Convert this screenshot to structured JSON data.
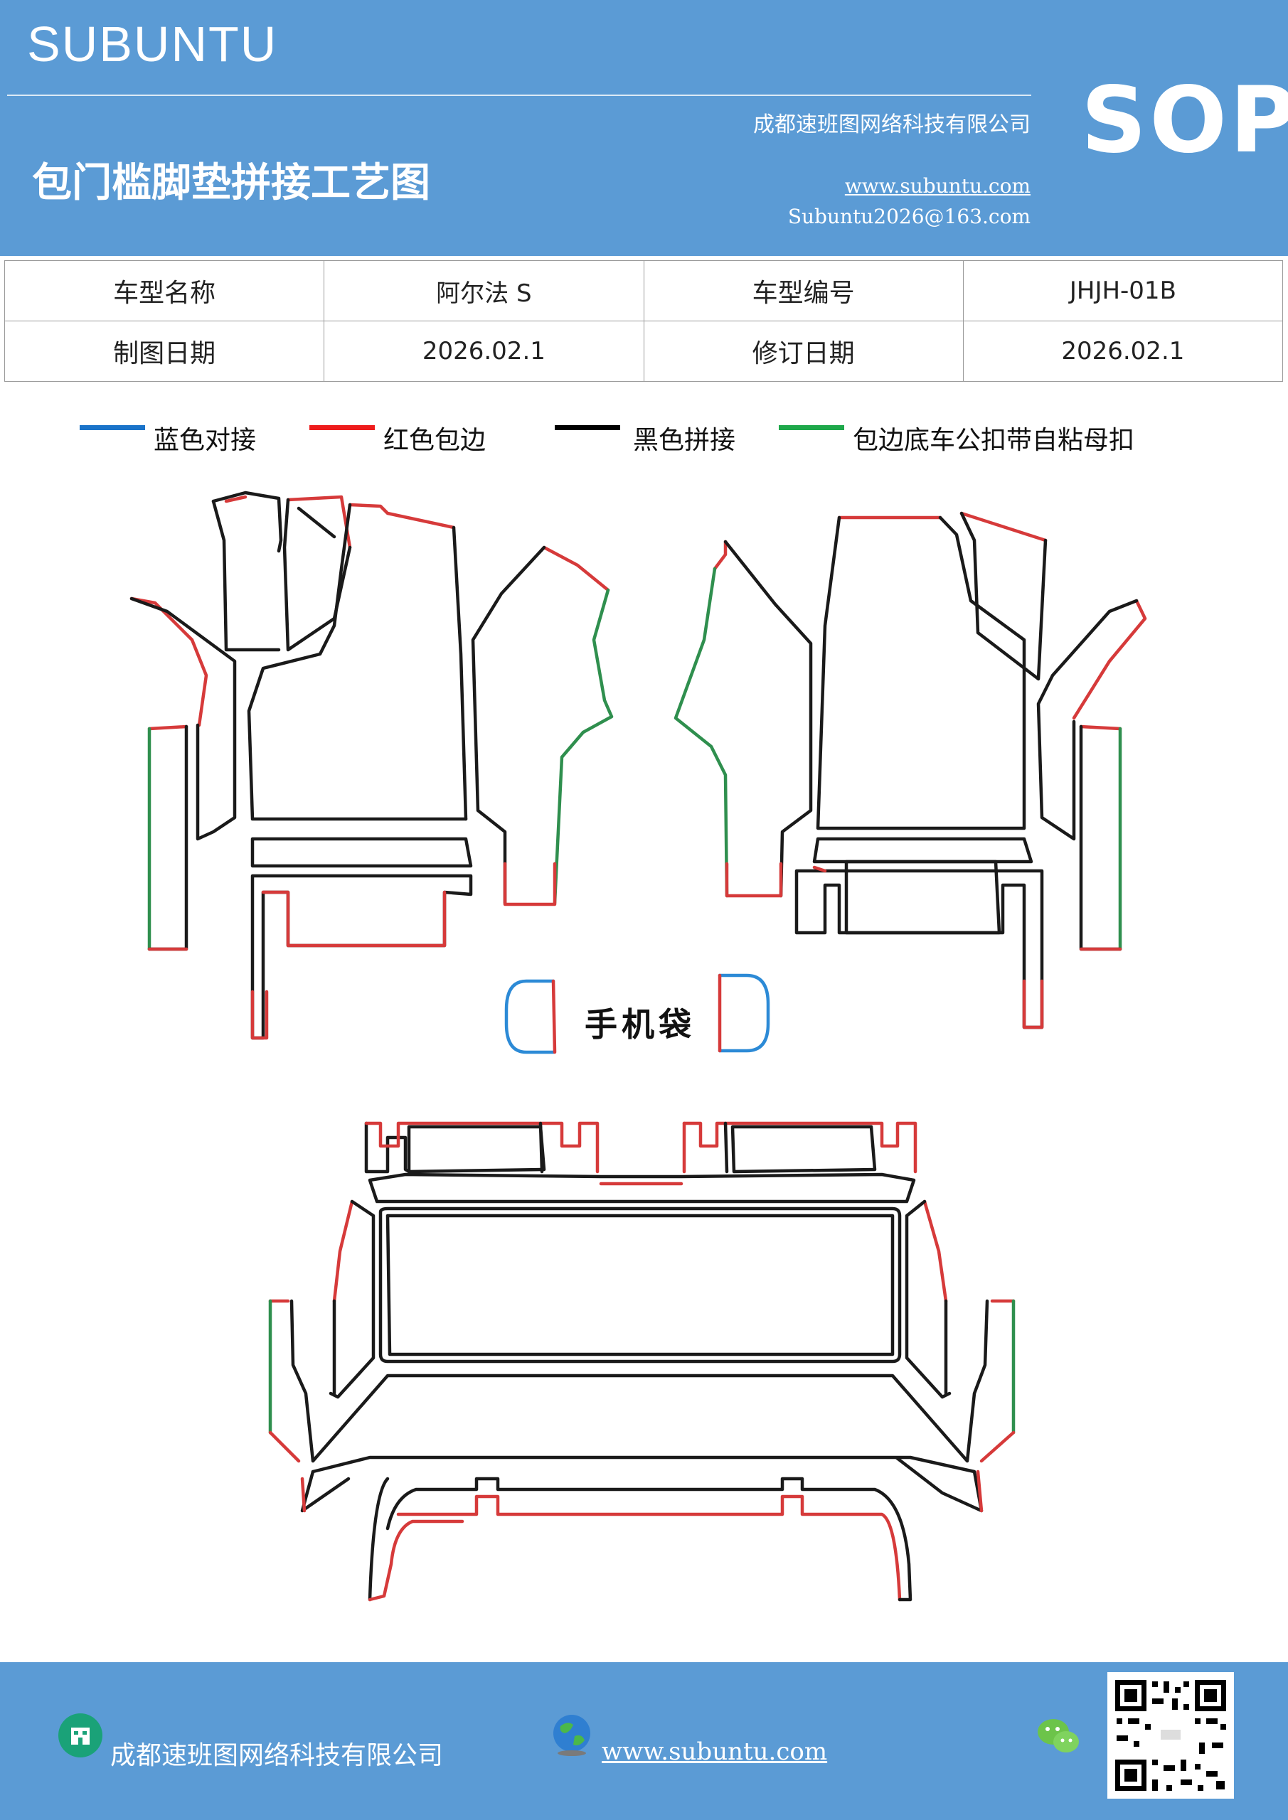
{
  "header": {
    "brand": "SUBUNTU",
    "company": "成都速班图网络科技有限公司",
    "title": "包门槛脚垫拼接工艺图",
    "website": "www.subuntu.com",
    "email": "Subuntu2026@163.com",
    "badge": "SOP"
  },
  "info_table": {
    "rows": [
      [
        "车型名称",
        "阿尔法 S",
        "车型编号",
        "JHJH-01B"
      ],
      [
        "制图日期",
        "2026.02.1",
        "修订日期",
        "2026.02.1"
      ]
    ]
  },
  "legend": [
    {
      "label": "蓝色对接",
      "color": "#1a73c9"
    },
    {
      "label": "红色包边",
      "color": "#ee1c1c"
    },
    {
      "label": "黑色拼接",
      "color": "#000000"
    },
    {
      "label": "包边底车公扣带自粘母扣",
      "color": "#1ea84a"
    }
  ],
  "drawing": {
    "phone_pocket_label": "手机袋",
    "colors": {
      "black": "#1a1a1a",
      "red": "#d63a3a",
      "green": "#2f8f4e",
      "blue": "#2c8ad6"
    }
  },
  "footer": {
    "company": "成都速班图网络科技有限公司",
    "website": "www.subuntu.com"
  }
}
